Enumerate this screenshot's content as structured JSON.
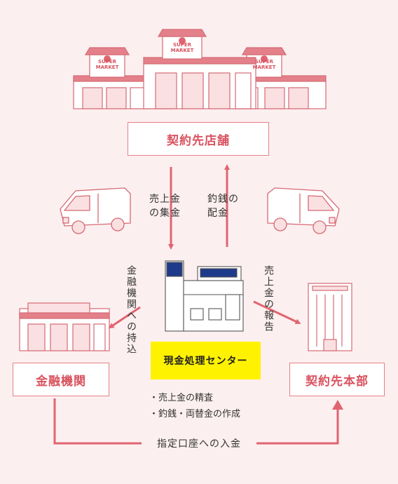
{
  "nodes": {
    "contract_stores": "契約先店舗",
    "financial_institution": "金融機関",
    "contract_hq": "契約先本部",
    "cash_center": "現金処理センター"
  },
  "flows": {
    "collection_line1": "売上金",
    "collection_line2": "の集金",
    "delivery_line1": "釣銭の",
    "delivery_line2": "配金",
    "bring_to_bank": "金融機関への持込",
    "report": "売上金の報告",
    "deposit": "指定口座への入金"
  },
  "center_tasks": [
    "・売上金の精査",
    "・釣銭・両替金の作成"
  ],
  "signs": {
    "supermarket_line1": "SUPER",
    "supermarket_line2": "MARKET"
  },
  "colors": {
    "accent": "#e06470",
    "box_border": "#e48089",
    "center_label_bg": "#fff200",
    "background": "#fcefef"
  }
}
